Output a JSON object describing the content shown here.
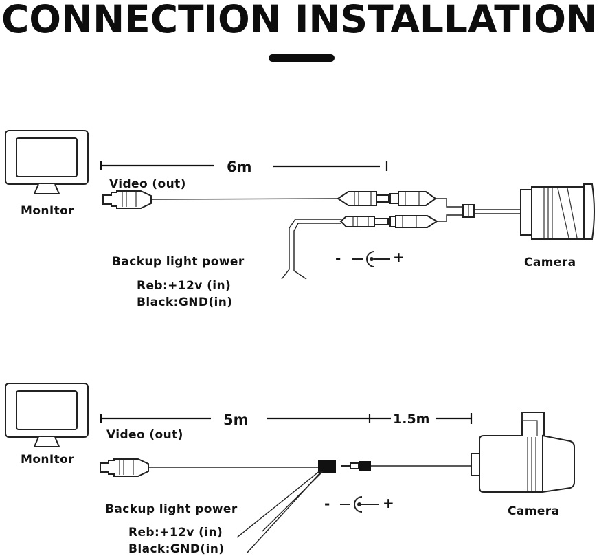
{
  "title": "CONNECTION INSTALLATION",
  "diagram_1": {
    "monitor_label": "MonItor",
    "cable_length": "6m",
    "video_label": "Video (out)",
    "backup_power_label": "Backup light power",
    "red_wire_label": "Reb:+12v (in)",
    "black_wire_label": "Black:GND(in)",
    "polarity_minus": "-",
    "polarity_plus": "+",
    "camera_label": "Camera"
  },
  "diagram_2": {
    "monitor_label": "MonItor",
    "cable_length_main": "5m",
    "cable_length_camera": "1.5m",
    "video_label": "Video (out)",
    "backup_power_label": "Backup light power",
    "red_wire_label": "Reb:+12v (in)",
    "black_wire_label": "Black:GND(in)",
    "polarity_minus": "-",
    "polarity_plus": "+",
    "camera_label": "Camera"
  }
}
